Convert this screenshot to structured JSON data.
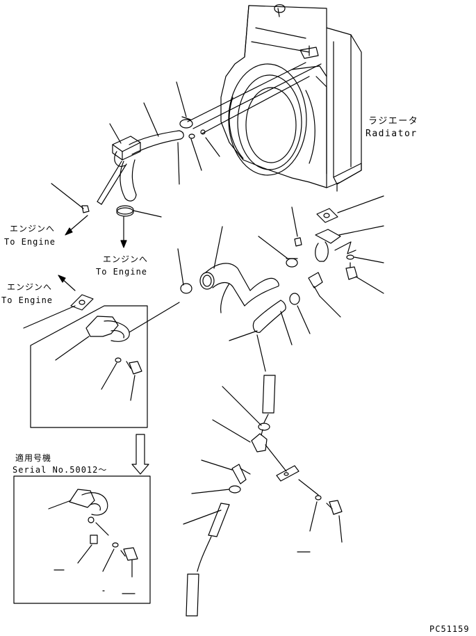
{
  "labels": {
    "radiator_jp": "ラジエータ",
    "radiator_en": "Radiator",
    "to_engine_1_jp": "エンジンへ",
    "to_engine_1_en": "To Engine",
    "to_engine_2_jp": "エンジンへ",
    "to_engine_2_en": "To Engine",
    "to_engine_3_jp": "エンジンへ",
    "to_engine_3_en": "To Engine",
    "applicable_jp": "適用号機",
    "serial": "Serial No.50012～",
    "drawing_id": "PC51159"
  },
  "colors": {
    "ink": "#000000",
    "paper": "#ffffff"
  }
}
